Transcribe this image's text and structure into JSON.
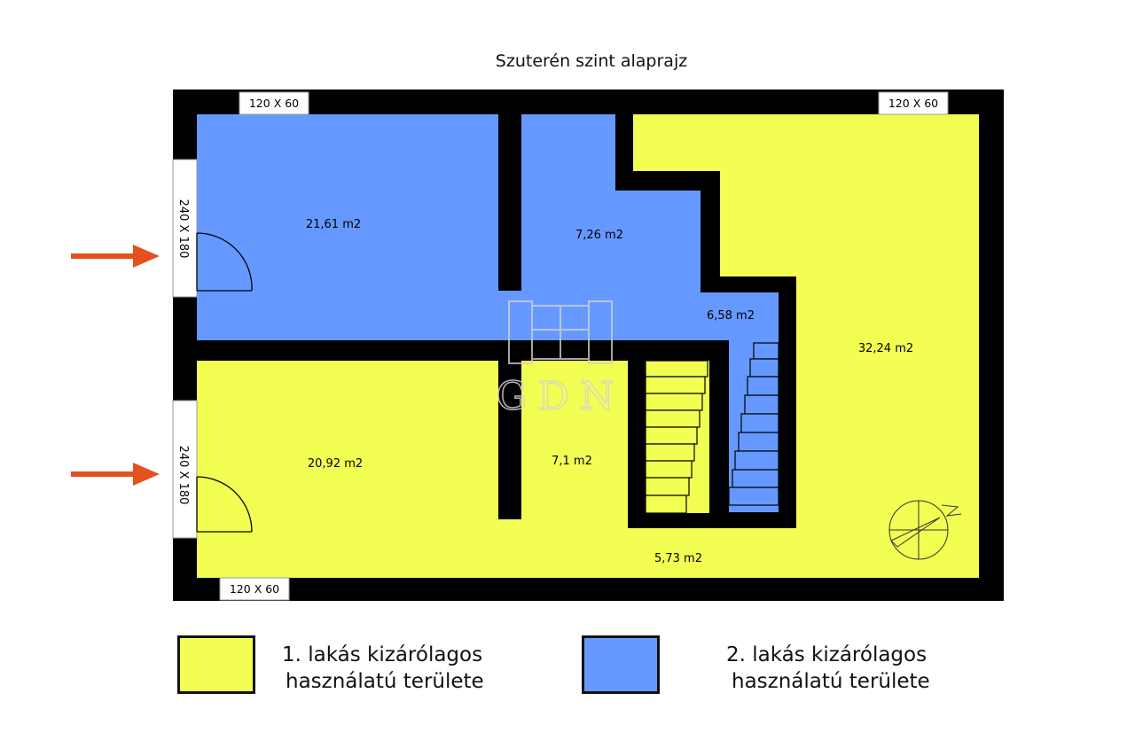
{
  "title": "Szuterén szint alaprajz",
  "colors": {
    "wall": "#000000",
    "apartment_1": "#f2ff52",
    "apartment_2": "#6699ff",
    "arrow": "#e5501f"
  },
  "rooms": [
    {
      "id": "room-a",
      "area": "21,61 m2",
      "apartment": "2"
    },
    {
      "id": "room-b",
      "area": "7,26 m2",
      "apartment": "2"
    },
    {
      "id": "room-c",
      "area": "6,58 m2",
      "apartment": "2"
    },
    {
      "id": "room-d",
      "area": "32,24  m2",
      "apartment": "1"
    },
    {
      "id": "room-e",
      "area": "20,92  m2",
      "apartment": "1"
    },
    {
      "id": "room-f",
      "area": "7,1 m2",
      "apartment": "1"
    },
    {
      "id": "room-g",
      "area": "5,73 m2",
      "apartment": "1"
    }
  ],
  "windows": {
    "top_left": "120 X 60",
    "top_right": "120 X 60",
    "bottom_left": "120 X 60",
    "door_upper": "240 X 180",
    "door_lower": "240 X 180"
  },
  "watermark": "GDN",
  "legend": [
    {
      "line1": "1. lakás kizárólagos",
      "line2": "használatú területe",
      "color": "#f2ff52"
    },
    {
      "line1": "2. lakás kizárólagos",
      "line2": "használatú területe",
      "color": "#6699ff"
    }
  ]
}
